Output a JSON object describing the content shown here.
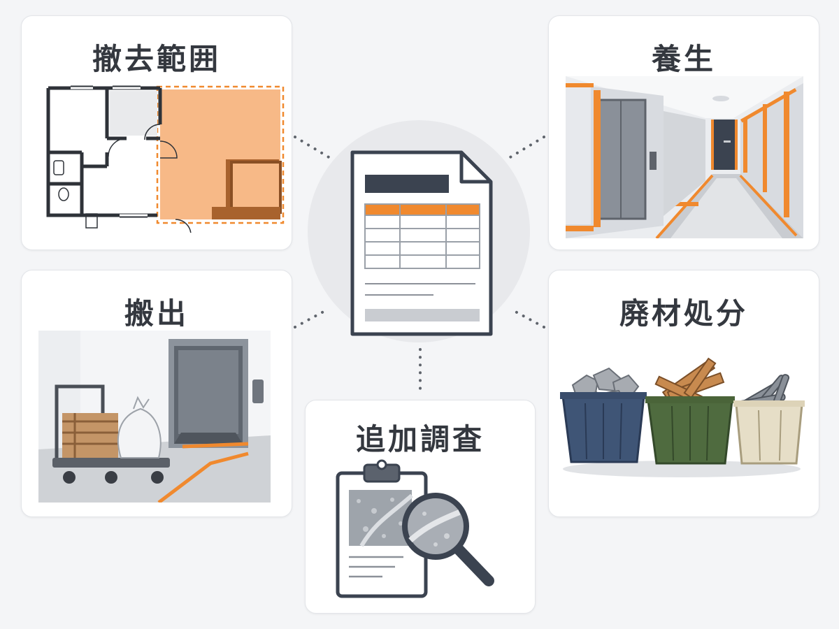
{
  "center": {
    "icon": "document-table-icon"
  },
  "cards": {
    "demolition_scope": {
      "title": "撤去範囲",
      "icon": "floor-plan-icon"
    },
    "protection": {
      "title": "養生",
      "icon": "protected-corridor-icon"
    },
    "carry_out": {
      "title": "搬出",
      "icon": "cart-elevator-icon"
    },
    "waste_disposal": {
      "title": "廃材処分",
      "icon": "waste-bins-icon"
    },
    "additional_survey": {
      "title": "追加調査",
      "icon": "clipboard-magnifier-icon"
    }
  },
  "colors": {
    "accent": "#f0892e",
    "dark": "#3b4350",
    "card_bg": "#ffffff",
    "page_bg": "#f4f5f7"
  }
}
